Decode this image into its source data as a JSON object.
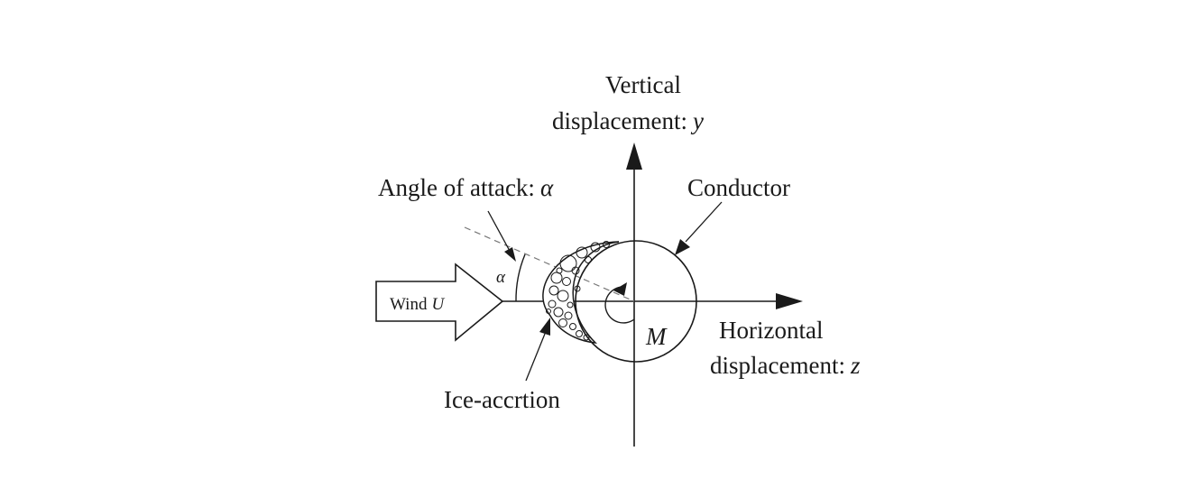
{
  "labels": {
    "vertical_line1": "Vertical",
    "vertical_line2": "displacement:",
    "vertical_symbol": "y",
    "angle_text": "Angle of attack:",
    "angle_symbol": "α",
    "alpha_small": "α",
    "conductor": "Conductor",
    "wind_text": "Wind",
    "wind_symbol": "U",
    "moment_symbol": "M",
    "horizontal_line1": "Horizontal",
    "horizontal_line2": "displacement:",
    "horizontal_symbol": "z",
    "ice": "Ice-accrtion"
  }
}
